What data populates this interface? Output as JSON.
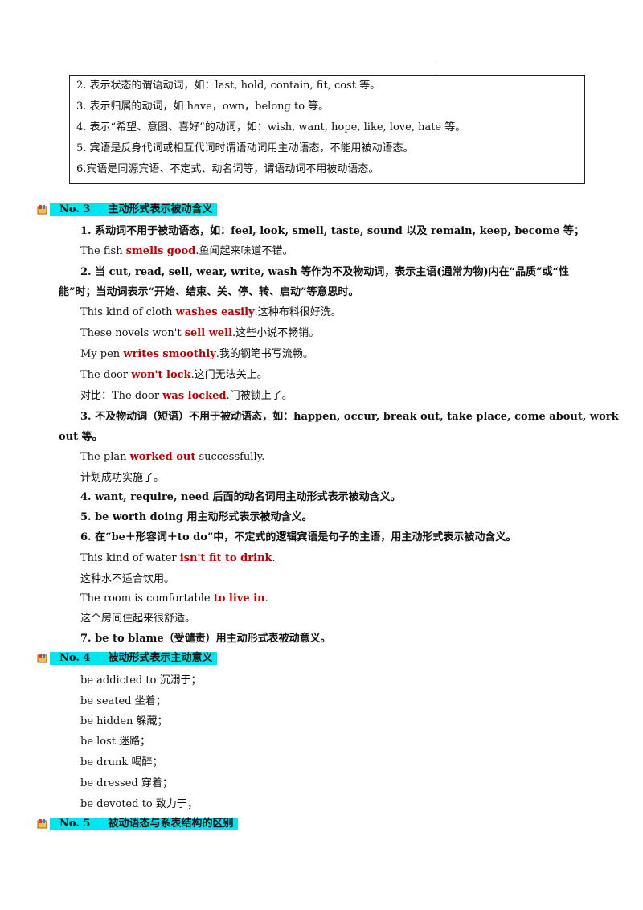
{
  "box": [
    "2. 表示状态的谓语动词，如：last, hold, contain, fit, cost 等。",
    "3. 表示归属的动词，如 have，own，belong to 等。",
    "4. 表示“希望、意图、喜好”的动词，如：wish, want, hope, like, love, hate 等。",
    "5. 宾语是反身代词或相互代词时谓语动词用主动语态，不能用被动语态。",
    "6.宾语是同源宾语、不定式、动名词等，谓语动词不用被动语态。"
  ],
  "sec3": {
    "num": "No. 3",
    "title": "主动形式表示被动含义"
  },
  "sec4": {
    "num": "No. 4",
    "title": "被动形式表示主动意义"
  },
  "sec5": {
    "num": "No. 5",
    "title": "被动语态与系表结构的区别"
  },
  "r1": "1. 系动词不用于被动语态，如：feel, look, smell, taste, sound 以及 remain, keep, become 等；",
  "e1": {
    "a": "The fish ",
    "r": "smells good",
    "b": ".鱼闻起来味道不错。"
  },
  "r2a": "2. 当 cut, read, sell, wear, write, wash 等作为不及物动词，表示主语(通常为物)内在“品质”或“性",
  "r2b": "能”时；当动词表示“开始、结束、关、停、转、启动”等意思时。",
  "e2": {
    "a": "This kind of cloth ",
    "r": "washes easily",
    "b": ".这种布料很好洗。"
  },
  "e3": {
    "a": "These novels won't ",
    "r": "sell well",
    "b": ".这些小说不畅销。"
  },
  "e4": {
    "a": "My pen ",
    "r": "writes smoothly",
    "b": ".我的钢笔书写流畅。"
  },
  "e5": {
    "a": "The door ",
    "r": "won't lock",
    "b": ".这门无法关上。"
  },
  "e6": {
    "a": "对比：The  door  ",
    "r": "was  locked",
    "b": ".门被锁上了。"
  },
  "r3a": "3. 不及物动词（短语）不用于被动语态，如：happen,  occur, break out, take place, come about,    work",
  "r3b": "out 等。",
  "e7": {
    "a": "The plan ",
    "r": "worked out",
    "b": " successfully."
  },
  "e7cn": "计划成功实施了。",
  "r4": "4. want, require, need 后面的动名词用主动形式表示被动含义。",
  "r5": "5. be worth doing 用主动形式表示被动含义。",
  "r6": "6. 在“be＋形容词＋to do”中，不定式的逻辑宾语是句子的主语，用主动形式表示被动含义。",
  "e8": {
    "a": "This kind of water ",
    "r": "isn't fit to drink",
    "b": "."
  },
  "e8cn": "这种水不适合饮用。",
  "e9": {
    "a": "The  room  is  comfortable  ",
    "r": "to  live  in",
    "b": "."
  },
  "e9cn": "这个房间住起来很舒适。",
  "r7": "7. be to blame（受谴责）用主动形式表被动意义。",
  "list4": [
    "be  addicted  to 沉溺于；",
    "be seated 坐着；",
    "be hidden 躲藏；",
    "be lost 迷路；",
    "be drunk 喝醉；",
    "be dressed 穿着；",
    "be  devoted  to 致力于；"
  ]
}
